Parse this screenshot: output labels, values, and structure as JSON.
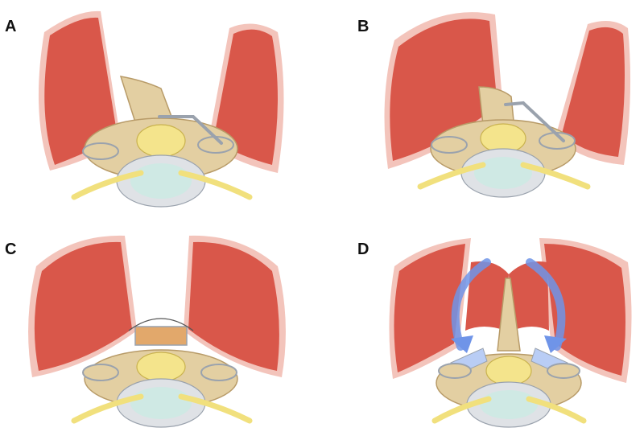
{
  "panels": [
    {
      "id": "a",
      "label": "A"
    },
    {
      "id": "b",
      "label": "B"
    },
    {
      "id": "c",
      "label": "C"
    },
    {
      "id": "d",
      "label": "D"
    }
  ],
  "colors": {
    "muscle": "#d9574a",
    "muscle_dark": "#b8413a",
    "muscle_skin": "#f3c4bb",
    "bone": "#e3cfa2",
    "bone_edge": "#b89b68",
    "cord": "#f4e48c",
    "nerve": "#f1e07d",
    "disc_fill": "#cfe9e4",
    "disc_ring": "#dfe2e6",
    "hardware": "#9aa2ad",
    "arrow": "#6f94e8",
    "graft": "#e2a86b"
  }
}
